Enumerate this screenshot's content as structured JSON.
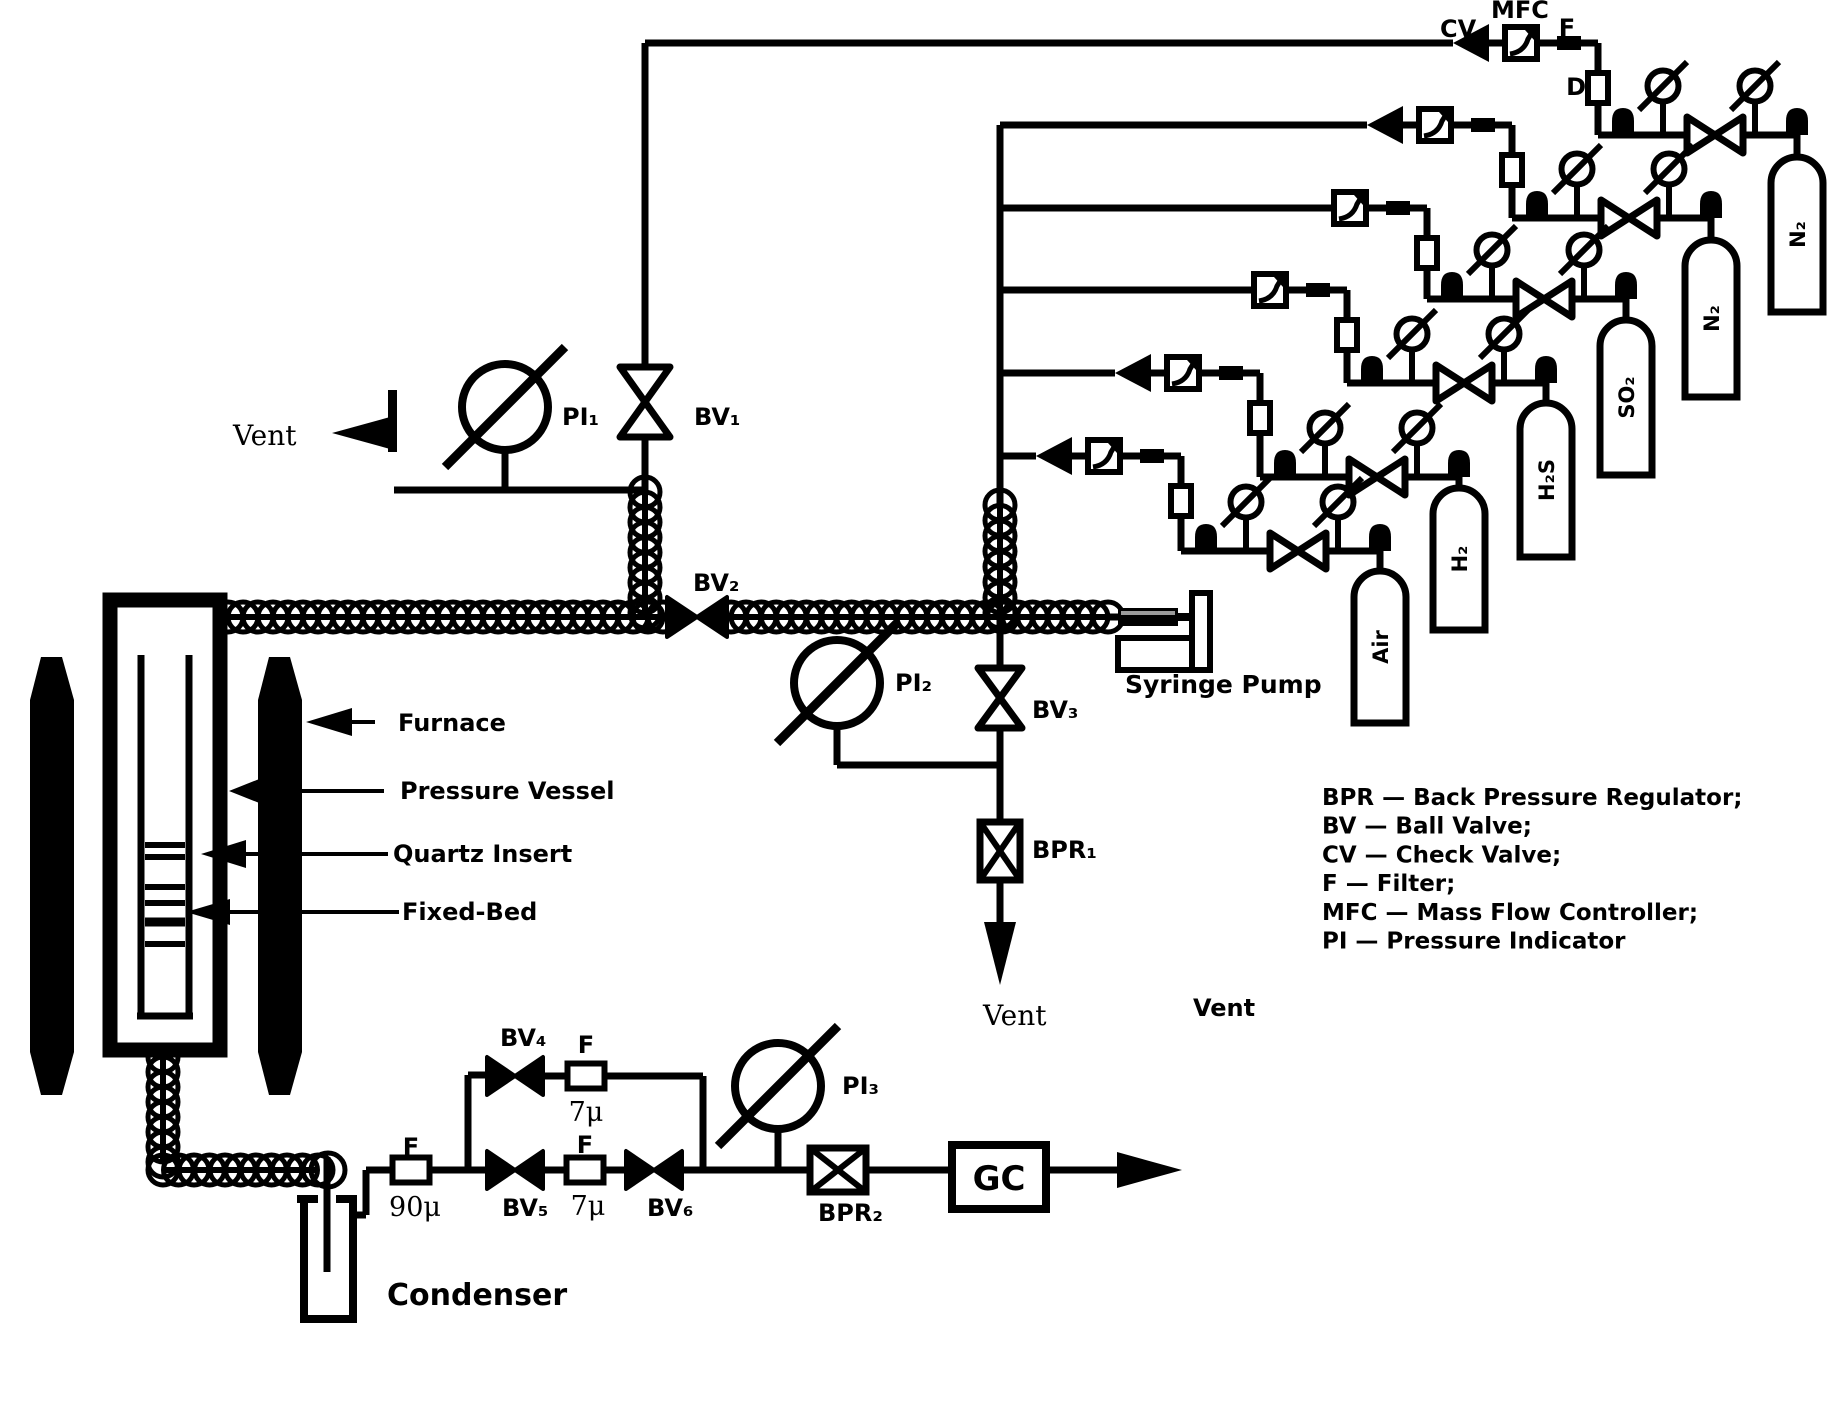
{
  "gas_lines": [
    {
      "id": "n2-top",
      "label": "N₂",
      "has_cv": true
    },
    {
      "id": "n2-mid",
      "label": "N₂",
      "has_cv": true
    },
    {
      "id": "so2",
      "label": "SO₂",
      "has_cv": false
    },
    {
      "id": "h2s",
      "label": "H₂S",
      "has_cv": false
    },
    {
      "id": "h2",
      "label": "H₂",
      "has_cv": true
    },
    {
      "id": "air",
      "label": "Air",
      "has_cv": true
    }
  ],
  "component_labels": {
    "cv": "CV",
    "mfc": "MFC",
    "filter": "F",
    "dryer": "D",
    "pi1": "PI₁",
    "pi2": "PI₂",
    "pi3": "PI₃",
    "bv1": "BV₁",
    "bv2": "BV₂",
    "bv3": "BV₃",
    "bv4": "BV₄",
    "bv5": "BV₅",
    "bv6": "BV₆",
    "bpr1": "BPR₁",
    "bpr2": "BPR₂",
    "gc": "GC",
    "filter90": "90μ",
    "filter7": "7μ",
    "syringe_pump": "Syringe Pump",
    "condenser": "Condenser",
    "furnace": "Furnace",
    "pressure_vessel": "Pressure Vessel",
    "quartz_insert": "Quartz Insert",
    "fixed_bed": "Fixed-Bed",
    "vent": "Vent"
  },
  "legend": [
    "BPR —  Back Pressure Regulator;",
    "BV —  Ball Valve;",
    "CV —  Check Valve;",
    "F —  Filter;",
    "MFC —  Mass Flow Controller;",
    "PI —  Pressure Indicator"
  ],
  "colors": {
    "ink": "#000000",
    "background": "#ffffff",
    "piston_highlight": "#9a9a9a"
  }
}
